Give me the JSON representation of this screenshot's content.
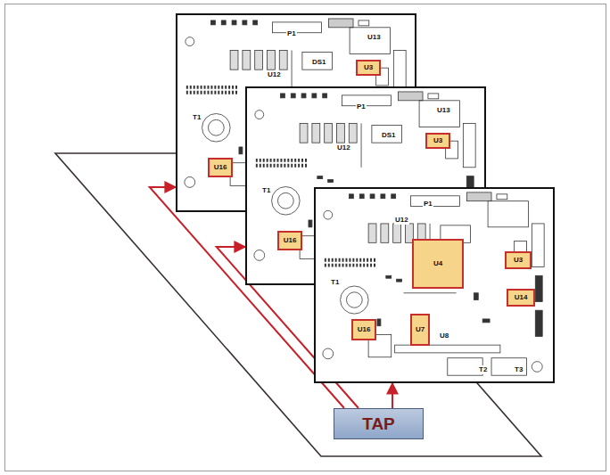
{
  "diagram": {
    "nodes": [
      {
        "text": [
          "P1",
          "U12",
          "DS1",
          "U13",
          "U3",
          "U16",
          "T1"
        ]
      },
      {
        "text": [
          "P1",
          "U12",
          "DS1",
          "U13",
          "U3",
          "U16",
          "T1"
        ]
      },
      {
        "text": [
          "P1",
          "U12",
          "U4",
          "U3",
          "U14",
          "U16",
          "U7",
          "U8",
          "T1",
          "T2",
          "T3"
        ]
      },
      {
        "text": [
          "TAP"
        ]
      }
    ],
    "edges": [
      {
        "from": 3,
        "to": 0,
        "arrow": "to"
      },
      {
        "from": 3,
        "to": 1,
        "arrow": "to"
      },
      {
        "from": 3,
        "to": 2,
        "arrow": "to"
      }
    ]
  }
}
